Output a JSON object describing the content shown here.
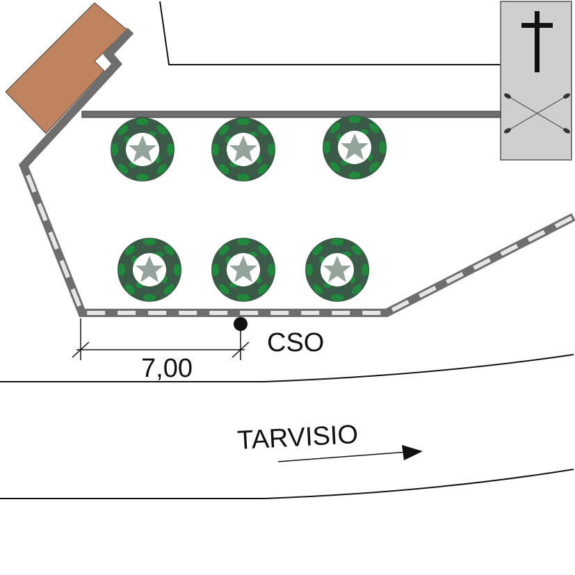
{
  "labels": {
    "point_label": "CSO",
    "dimension_value": "7,00",
    "road_direction": "TARVISIO"
  },
  "colors": {
    "building_roof": "#c08360",
    "wall_gray": "#6e6e6e",
    "wall_dash": "#e6e6e6",
    "chapel_fill": "#cfcfcf",
    "cross": "#111111",
    "tree_dark": "#3a5a47",
    "tree_light": "#1f8a3c",
    "line": "#111111"
  },
  "icons": {
    "tree": "tree-canopy-icon",
    "cross": "cross-icon",
    "point": "survey-point-icon",
    "arrow": "direction-arrow-icon"
  }
}
